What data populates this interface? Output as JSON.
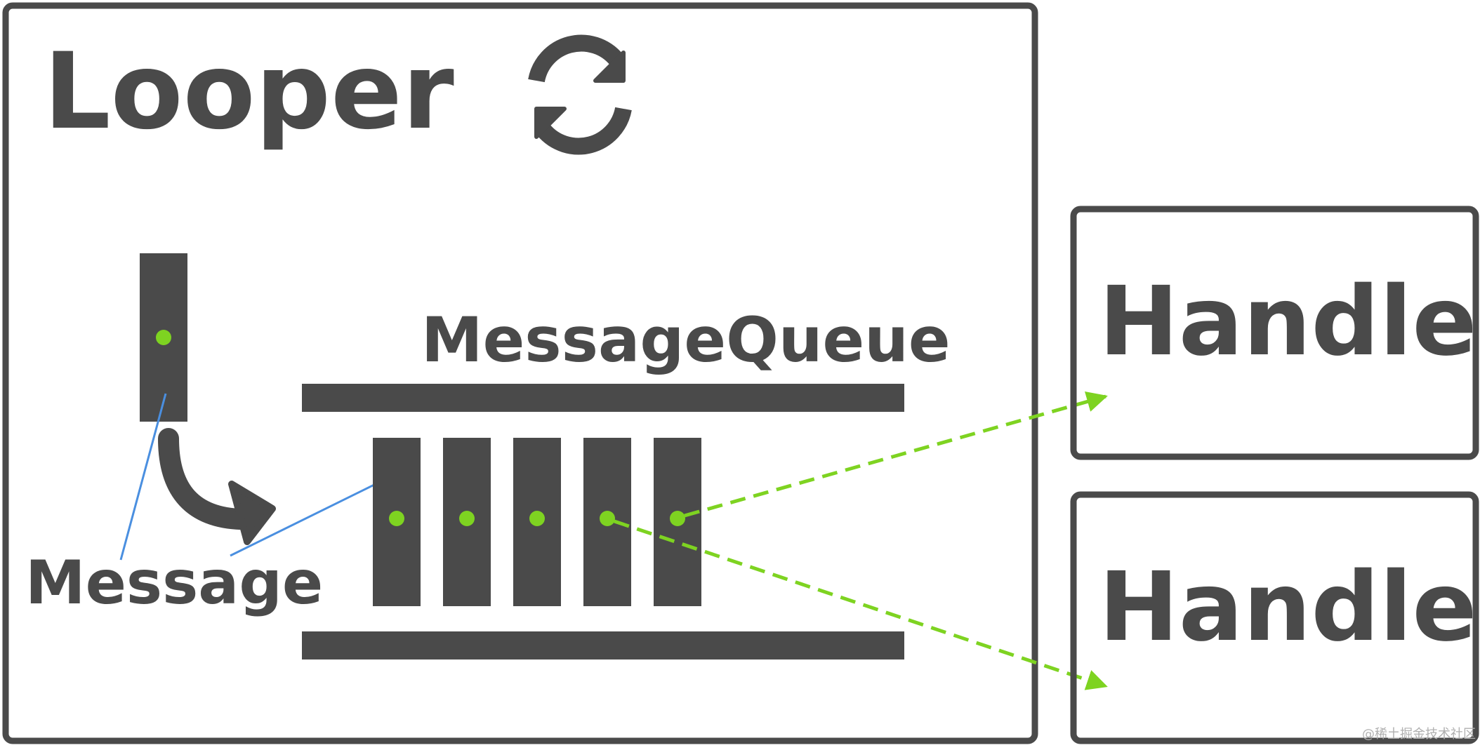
{
  "looper": {
    "title": "Looper",
    "icon": "refresh-icon"
  },
  "queue": {
    "title": "MessageQueue",
    "slot_count": 5
  },
  "message": {
    "label": "Message"
  },
  "handlers": [
    {
      "label": "Handler"
    },
    {
      "label": "Handler"
    }
  ],
  "watermark": "@稀土掘金技术社区",
  "colors": {
    "stroke": "#4a4a4a",
    "dot": "#7ed321",
    "dashed_arrow": "#7ed321",
    "pointer_line": "#4a8fe0",
    "background": "#ffffff"
  }
}
